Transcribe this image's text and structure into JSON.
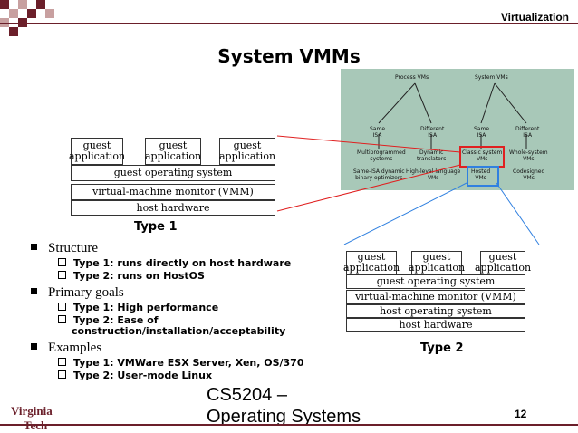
{
  "header": {
    "title": "Virtualization"
  },
  "slide_title": "System VMMs",
  "type1": {
    "apps": [
      "guest\napplication",
      "guest\napplication",
      "guest\napplication"
    ],
    "guest_os": "guest operating system",
    "vmm": "virtual-machine monitor (VMM)",
    "host_hw": "host hardware",
    "label": "Type 1"
  },
  "type2": {
    "apps": [
      "guest\napplication",
      "guest\napplication",
      "guest\napplication"
    ],
    "guest_os": "guest operating system",
    "vmm": "virtual-machine monitor (VMM)",
    "host_os": "host operating system",
    "host_hw": "host hardware",
    "label": "Type 2"
  },
  "taxonomy": {
    "process_vms": "Process VMs",
    "system_vms": "System VMs",
    "same_isa_1": "Same\nISA",
    "different_isa_1": "Different\nISA",
    "same_isa_2": "Same\nISA",
    "different_isa_2": "Different\nISA",
    "multiprogrammed": "Multiprogrammed\nsystems",
    "dynamic_translators": "Dynamic\ntranslators",
    "classic_system_vms": "Classic system\nVMs",
    "whole_system_vms": "Whole-system\nVMs",
    "same_isa_dyn": "Same-ISA dynamic\nbinary optimizers",
    "hll_vms": "High-level-language\nVMs",
    "hosted_vms": "Hosted\nVMs",
    "codesigned_vms": "Codesigned\nVMs"
  },
  "bullets": [
    {
      "label": "Structure",
      "subs": [
        "Type 1: runs directly on host hardware",
        "Type 2: runs on HostOS"
      ]
    },
    {
      "label": "Primary goals",
      "subs": [
        "Type 1: High performance",
        "Type 2: Ease of construction/installation/acceptability"
      ]
    },
    {
      "label": "Examples",
      "subs": [
        "Type 1: VMWare ESX Server, Xen, OS/370",
        "Type 2: User-mode Linux"
      ]
    }
  ],
  "footer": {
    "course_line1": "CS5204 –",
    "course_line2": "Operating Systems",
    "page": "12",
    "logo_line1": "Virginia",
    "logo_line2": "Tech"
  },
  "colors": {
    "accent": "#6b1f2a",
    "taxonomy_bg": "#a8c8b8",
    "highlight_red": "#e02020",
    "highlight_blue": "#3080e0"
  }
}
